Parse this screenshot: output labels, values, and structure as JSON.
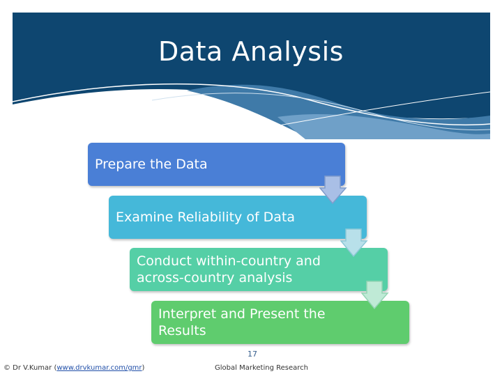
{
  "slide": {
    "title": "Data Analysis",
    "page_number": "17"
  },
  "steps": [
    {
      "label": "Prepare the Data",
      "color": "#4a7fd6"
    },
    {
      "label": "Examine Reliability of Data",
      "color": "#45b8d9"
    },
    {
      "label": "Conduct within-country and across-country analysis",
      "color": "#55cfa6"
    },
    {
      "label": "Interpret and Present the Results",
      "color": "#5fcc6e"
    }
  ],
  "footer": {
    "author_prefix": "© Dr V.Kumar (",
    "author_link": "www.drvkumar.com/gmr",
    "author_suffix": ")",
    "course": "Global Marketing Research"
  },
  "colors": {
    "header_bg": "#0e4670",
    "wave_light": "#6fa0c8",
    "wave_mid": "#3f7aa8"
  }
}
